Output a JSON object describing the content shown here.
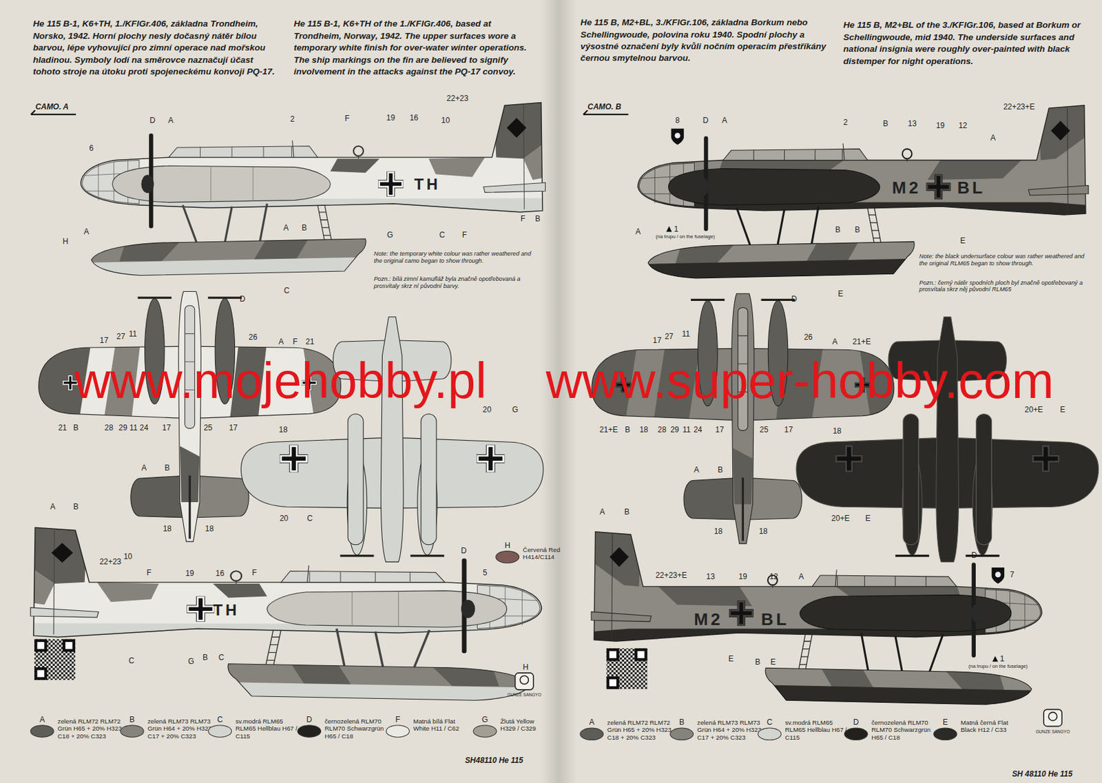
{
  "diagram": {
    "labels": [
      "He 115 B-1, K6+TH, 1./KFlGr.406, základna Trondheim, Norsko, 1942. Horní plochy nesly dočasný nátěr bílou barvou, lépe vyhovující pro zimní operace nad mořskou hladinou. Symboly lodí na směrovce naznačují účast tohoto stroje na útoku proti spojeneckému konvoji PQ-17.",
      "He 115 B-1, K6+TH of the 1./KFlGr.406, based at Trondheim, Norway, 1942. The upper surfaces wore a temporary white finish for over-water winter operations. The ship markings on the fin are believed to signify involvement in the attacks against the PQ-17 convoy.",
      "He 115 B, M2+BL, 3./KFlGr.106, základna Borkum nebo Schellingwoude, polovina roku 1940. Spodní plochy a výsostné označení byly kvůli nočním operacím přestříkány černou smytelnou barvou.",
      "He 115 B, M2+BL of the 3./KFlGr.106, based at Borkum or Schellingwoude, mid 1940. The underside surfaces and national insignia were roughly over-painted with black distemper for night operations.",
      "CAMO. A",
      "CAMO. B",
      "D",
      "A",
      "2",
      "F",
      "19",
      "16",
      "22+23",
      "10",
      "6",
      "TH",
      "G",
      "C",
      "F",
      "F",
      "B",
      "A",
      "H",
      "A",
      "B",
      "C",
      "Note: the temporary white colour was rather weathered and the original camo began to show through.",
      "Pozn.: bílá zimní kamufláž byla značně opotřebovaná a prosvítaly skrz ní původní barvy.",
      "D",
      "17",
      "27",
      "11",
      "26",
      "A",
      "F",
      "21",
      "21",
      "B",
      "28",
      "29",
      "11",
      "24",
      "17",
      "25",
      "17",
      "18",
      "A",
      "B",
      "18",
      "18",
      "20",
      "G",
      "20",
      "C",
      "A",
      "B",
      "22+23",
      "10",
      "F",
      "19",
      "16",
      "F",
      "D",
      "5",
      "C",
      "G",
      "B",
      "C",
      "H",
      "TH",
      "8",
      "D",
      "A",
      "2",
      "B",
      "13",
      "19",
      "12",
      "22+23+E",
      "A",
      "M2",
      "BL",
      "1",
      "(na trupu / on the fuselage)",
      "A",
      "B",
      "B",
      "E",
      "E",
      "Note: the black undersurface colour was rather weathered and the original RLM65 began to show through.",
      "Pozn.: černý nátěr spodních ploch byl značně opotřebovaný a prosvítala skrz něj původní RLM65",
      "D",
      "17",
      "27",
      "11",
      "26",
      "A",
      "21+E",
      "21+E",
      "B",
      "18",
      "28",
      "29",
      "11",
      "24",
      "17",
      "25",
      "17",
      "18",
      "A",
      "B",
      "18",
      "18",
      "20+E",
      "E",
      "20+E",
      "E",
      "A",
      "B",
      "22+23+E",
      "13",
      "19",
      "12",
      "A",
      "D",
      "7",
      "M2",
      "BL",
      "E",
      "B",
      "E",
      "1",
      "(na trupu / on the fuselage)",
      "A",
      "B",
      "C",
      "D",
      "F",
      "G",
      "H",
      "A",
      "B",
      "C",
      "D",
      "E",
      "SH48110 He 115",
      "SH 48110 He 115",
      "www.mojehobby.pl",
      "www.super-hobby.com",
      "GUNZE SANGYO",
      "GUNZE SANGYO"
    ],
    "legend": [
      {
        "text": "zelená RLM72 RLM72 Grün H65 + 20% H323 C18 + 20% C323",
        "color": "#5e5d58"
      },
      {
        "text": "zelená RLM73 RLM73 Grün H64 + 20% H323 C17 + 20% C323",
        "color": "#85837c"
      },
      {
        "text": "sv.modrá RLM65 RLM65 Hellblau H67 / C115",
        "color": "#d3d5d1"
      },
      {
        "text": "černozelená RLM70 RLM70 Schwarzgrün H65 / C18",
        "color": "#22211e"
      },
      {
        "text": "Matná bílá Flat White H11 / C62",
        "color": "#ebe9e3"
      },
      {
        "text": "Žlutá Yellow H329 / C329",
        "color": "#a29e93"
      },
      {
        "text": "Červená Red H414/C114",
        "color": "#7d5a55"
      },
      {
        "text": "zelená RLM72 RLM72 Grün H65 + 20% H323 C18 + 20% C323",
        "color": "#5e5d58"
      },
      {
        "text": "zelená RLM73 RLM73 Grün H64 + 20% H323 C17 + 20% C323",
        "color": "#85837c"
      },
      {
        "text": "sv.modrá RLM65 RLM65 Hellblau H67 / C115",
        "color": "#d3d5d1"
      },
      {
        "text": "černozelená RLM70 RLM70 Schwarzgrün H65 / C18",
        "color": "#22211e"
      },
      {
        "text": "Matná černá Flat Black H12 / C33",
        "color": "#2b2a27"
      }
    ]
  }
}
